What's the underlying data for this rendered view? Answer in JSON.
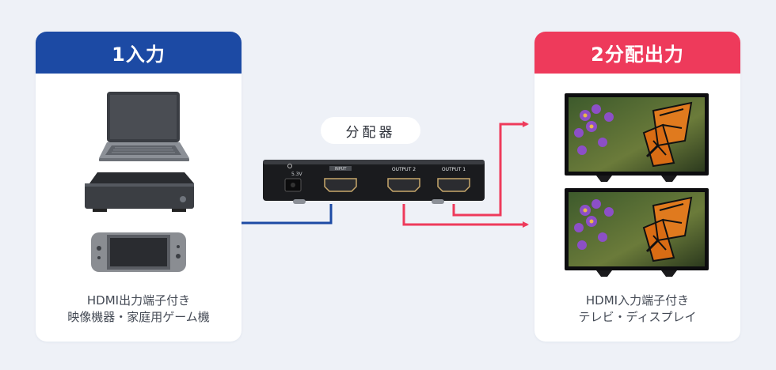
{
  "input_card": {
    "title": "1入力",
    "caption_line1": "HDMI出力端子付き",
    "caption_line2": "映像機器・家庭用ゲーム機",
    "devices": [
      "laptop-icon",
      "set-top-box-icon",
      "game-console-icon"
    ]
  },
  "output_card": {
    "title": "2分配出力",
    "caption_line1": "HDMI入力端子付き",
    "caption_line2": "テレビ・ディスプレイ",
    "devices": [
      "tv-icon",
      "tv-icon"
    ]
  },
  "splitter": {
    "label": "分配器",
    "power_label": "5.3V",
    "input_port_label": "INPUT",
    "output2_label": "OUTPUT 2",
    "output1_label": "OUTPUT 1"
  },
  "colors": {
    "input_accent": "#1c4aa4",
    "output_accent": "#ee3a5b",
    "background": "#eef1f7"
  }
}
